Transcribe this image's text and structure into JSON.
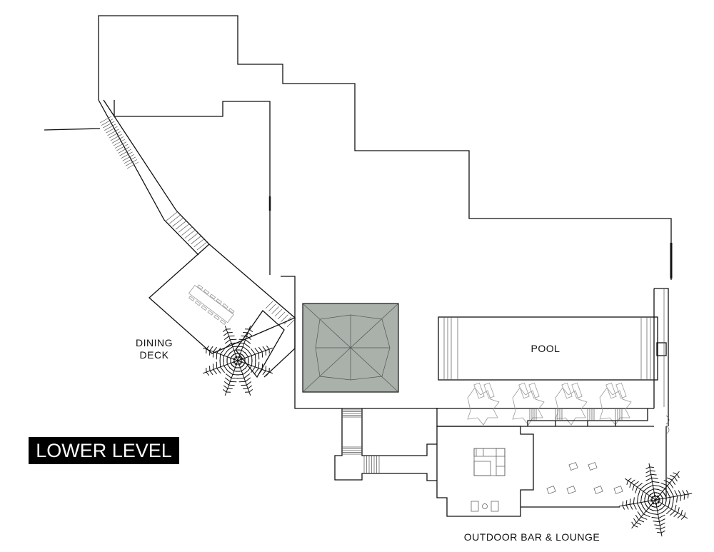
{
  "title": "LOWER LEVEL",
  "labels": {
    "dining_line1": "DINING",
    "dining_line2": "DECK",
    "pool": "POOL",
    "bar": "OUTDOOR BAR & LOUNGE"
  },
  "colors": {
    "pavilion": "#a9b1aa",
    "wall": "#111111"
  }
}
